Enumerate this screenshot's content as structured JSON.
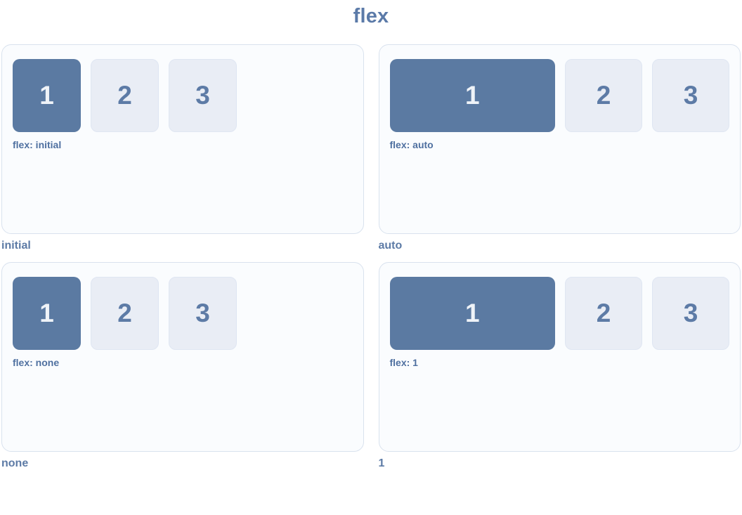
{
  "title": "flex",
  "colors": {
    "accent_box": "#5b7aa2",
    "accent_box_text": "#eff3f8",
    "muted_box_bg": "#e9edf5",
    "muted_box_border": "#dfe6f2",
    "panel_bg": "#fafcfe",
    "panel_border": "#d9e2ee",
    "slate_text": "#5d7ba6",
    "title_text": "#5b7aa8"
  },
  "demos": [
    {
      "caption": "initial",
      "label": "flex: initial",
      "boxes": [
        "1",
        "2",
        "3"
      ]
    },
    {
      "caption": "auto",
      "label": "flex: auto",
      "boxes": [
        "1",
        "2",
        "3"
      ]
    },
    {
      "caption": "none",
      "label": "flex: none",
      "boxes": [
        "1",
        "2",
        "3"
      ]
    },
    {
      "caption": "1",
      "label": "flex: 1",
      "boxes": [
        "1",
        "2",
        "3"
      ]
    }
  ]
}
